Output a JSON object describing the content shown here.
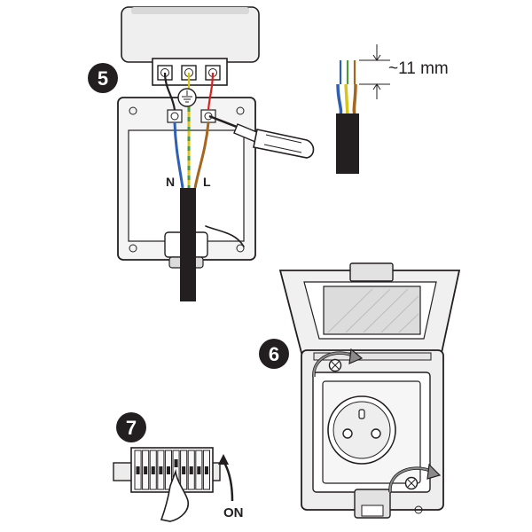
{
  "steps": [
    {
      "number": "5"
    },
    {
      "number": "6"
    },
    {
      "number": "7"
    }
  ],
  "labels": {
    "neutral": "N",
    "live": "L",
    "strip_length": "~11 mm",
    "switch_on": "ON"
  },
  "colors": {
    "brown": "#a5661f",
    "blue": "#2f5fb3",
    "yellow": "#d9c31d",
    "green": "#4f9a3a",
    "red": "#d7231f",
    "black": "#231f20",
    "body_gray": "#e6e6e6",
    "dark_gray": "#cfcfcf"
  },
  "icons": [
    "earth-ground-icon",
    "screwdriver-icon",
    "rotate-arrow-icon",
    "hand-icon",
    "up-arrow-icon"
  ]
}
